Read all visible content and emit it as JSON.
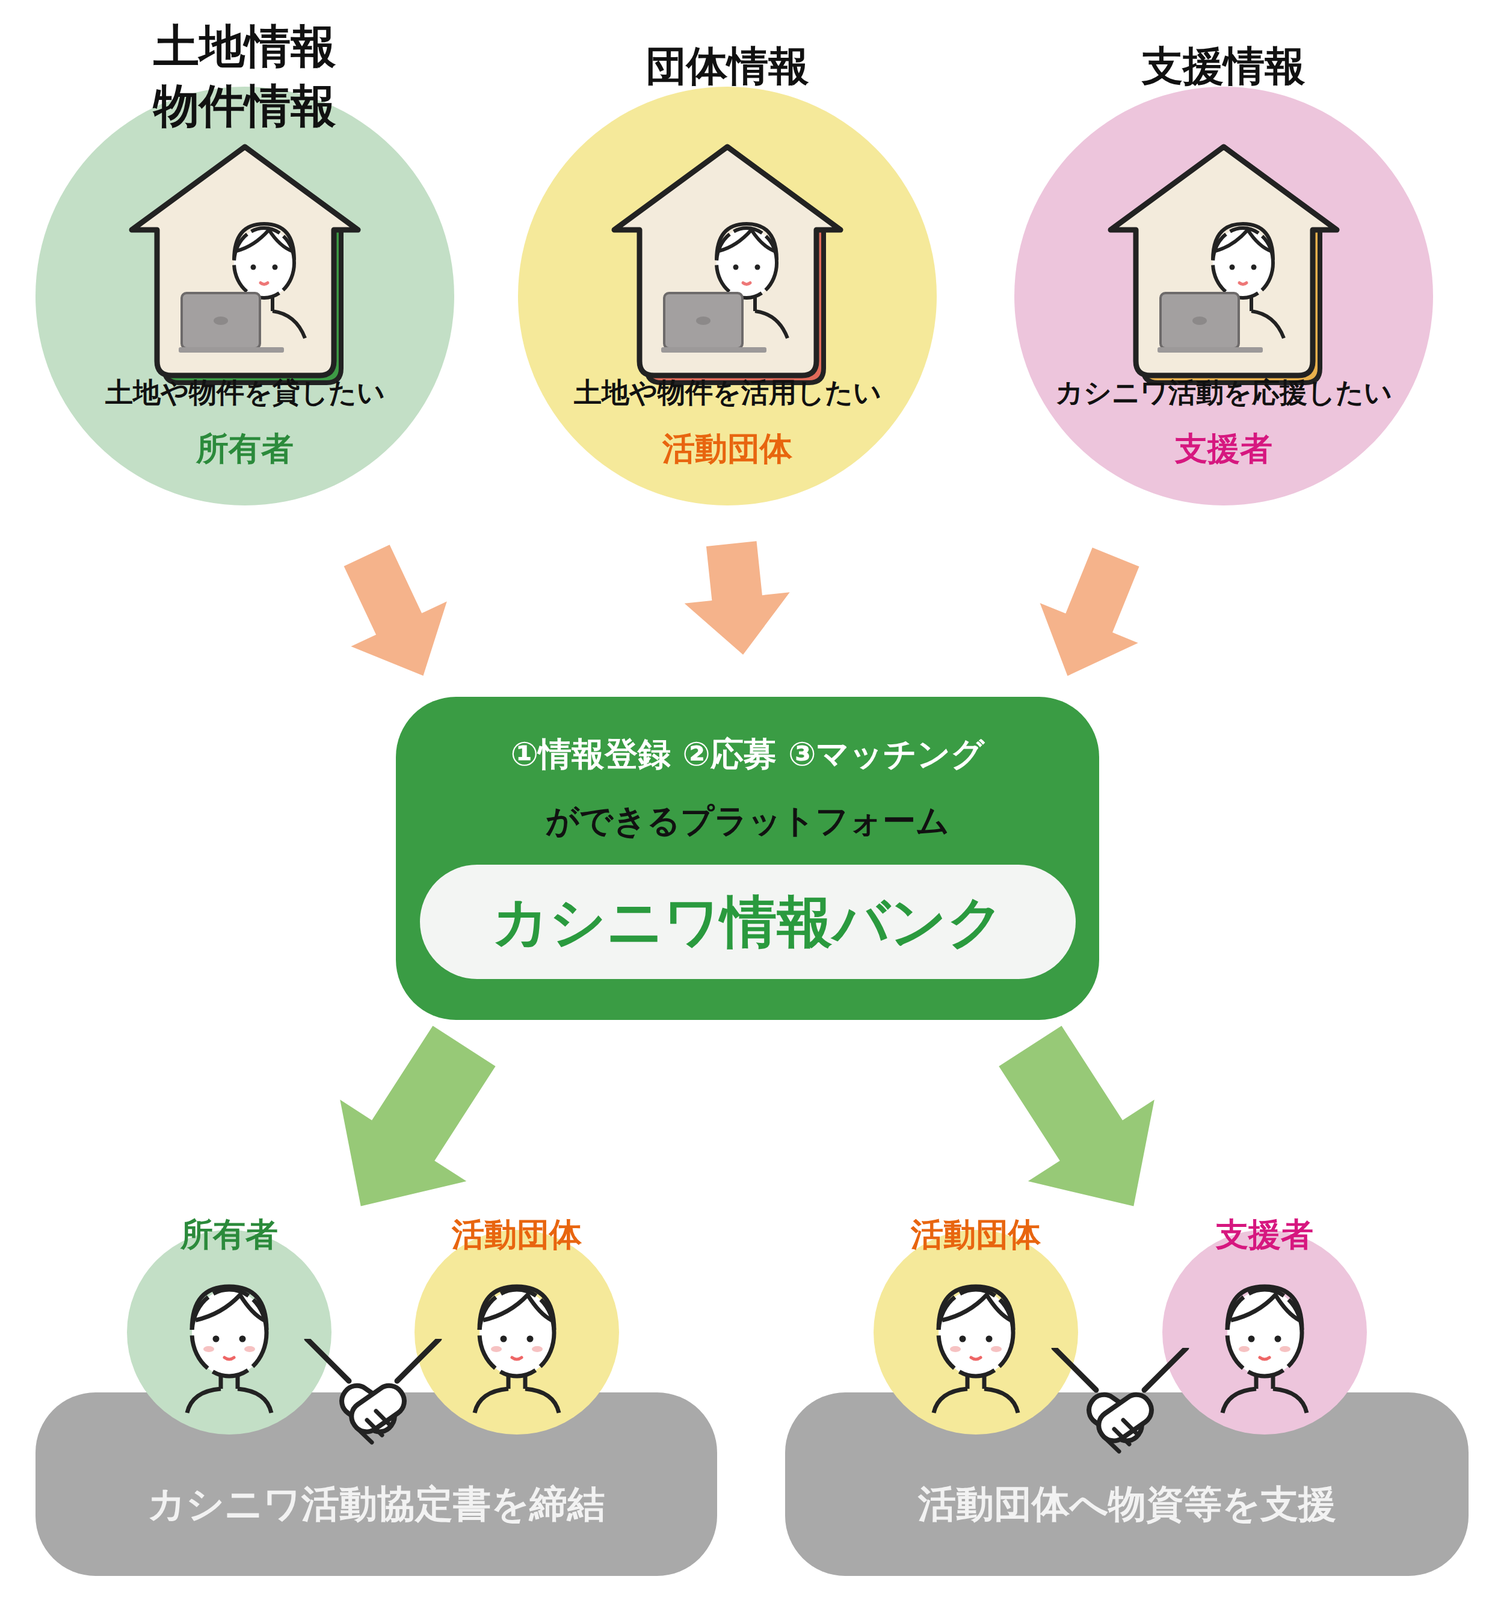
{
  "diagram": {
    "nodes": [
      {
        "text": [
          "土地情報 物件情報",
          "土地や物件を貸したい",
          "所有者"
        ]
      },
      {
        "text": [
          "団体情報",
          "土地や物件を活用したい",
          "活動団体"
        ]
      },
      {
        "text": [
          "支援情報",
          "カシニワ活動を応援したい",
          "支援者"
        ]
      },
      {
        "text": [
          "①情報登録 ②応募 ③マッチング",
          "ができるプラットフォーム"
        ]
      },
      {
        "text": [
          "カシニワ情報バンク"
        ],
        "in": 3
      },
      {
        "text": [
          "カシニワ活動協定書を締結"
        ]
      },
      {
        "text": [
          "所有者"
        ]
      },
      {
        "text": [
          "活動団体"
        ]
      },
      {
        "text": [
          "活動団体へ物資等を支援"
        ]
      },
      {
        "text": [
          "活動団体"
        ]
      },
      {
        "text": [
          "支援者"
        ]
      }
    ],
    "edges": [
      {
        "from": 0,
        "to": 3,
        "arrow": "to"
      },
      {
        "from": 1,
        "to": 3,
        "arrow": "to"
      },
      {
        "from": 2,
        "to": 3,
        "arrow": "to"
      },
      {
        "from": 3,
        "to": 5,
        "arrow": "to"
      },
      {
        "from": 3,
        "to": 8,
        "arrow": "to"
      }
    ]
  }
}
